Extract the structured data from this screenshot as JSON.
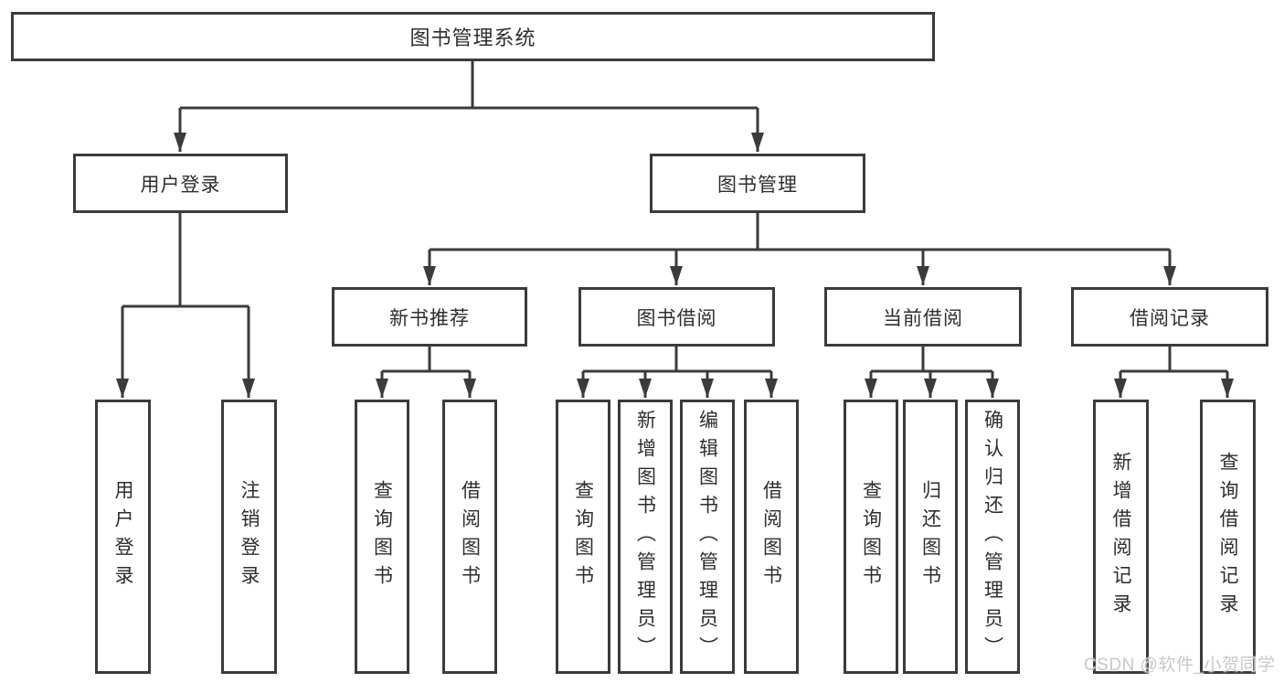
{
  "tree": {
    "root": {
      "label": "图书管理系统",
      "children": [
        {
          "label": "用户登录",
          "children": [
            {
              "label": "用户登录"
            },
            {
              "label": "注销登录"
            }
          ]
        },
        {
          "label": "图书管理",
          "children": [
            {
              "label": "新书推荐",
              "children": [
                {
                  "label": "查询图书"
                },
                {
                  "label": "借阅图书"
                }
              ]
            },
            {
              "label": "图书借阅",
              "children": [
                {
                  "label": "查询图书"
                },
                {
                  "label": "新增图书（管理员）"
                },
                {
                  "label": "编辑图书（管理员）"
                },
                {
                  "label": "借阅图书"
                }
              ]
            },
            {
              "label": "当前借阅",
              "children": [
                {
                  "label": "查询图书"
                },
                {
                  "label": "归还图书"
                },
                {
                  "label": "确认归还（管理员）"
                }
              ]
            },
            {
              "label": "借阅记录",
              "children": [
                {
                  "label": "新增借阅记录"
                },
                {
                  "label": "查询借阅记录"
                }
              ]
            }
          ]
        }
      ]
    }
  },
  "watermark": "CSDN @软件_小贺同学",
  "colors": {
    "line": "#3b3b3b",
    "text": "#2e2e2e",
    "bg": "#ffffff",
    "watermark": "#c8c8c8"
  }
}
